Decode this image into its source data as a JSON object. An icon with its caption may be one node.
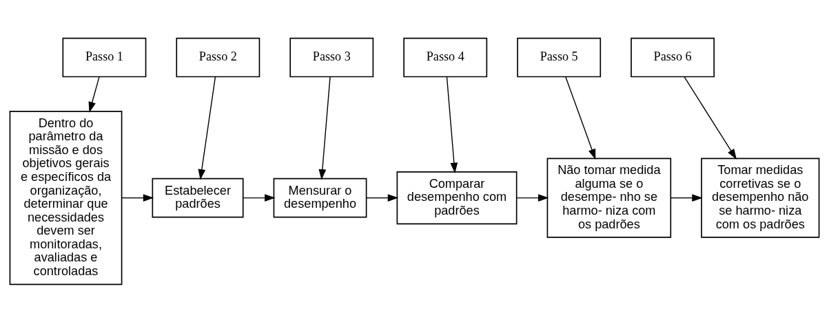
{
  "diagram": {
    "nodes": [
      {
        "text": [
          "Passo 1"
        ]
      },
      {
        "text": [
          "Passo 2"
        ]
      },
      {
        "text": [
          "Passo 3"
        ]
      },
      {
        "text": [
          "Passo 4"
        ]
      },
      {
        "text": [
          "Passo 5"
        ]
      },
      {
        "text": [
          "Passo 6"
        ]
      },
      {
        "text": [
          "Dentro do parâmetro da missão e dos objetivos gerais e específicos da organização, determinar que necessidades devem ser monitoradas, avaliadas e controladas"
        ]
      },
      {
        "text": [
          "Estabelecer padrões"
        ]
      },
      {
        "text": [
          "Mensurar o desempenho"
        ]
      },
      {
        "text": [
          "Comparar desempenho com padrões"
        ]
      },
      {
        "text": [
          "Não tomar medida alguma se o desempe- nho se harmo- niza com os padrões"
        ]
      },
      {
        "text": [
          "Tomar medidas corretivas se o desempenho não se harmo- niza com os padrões"
        ]
      }
    ],
    "edges": [
      {
        "from": 0,
        "to": 6,
        "arrow": "to"
      },
      {
        "from": 1,
        "to": 7,
        "arrow": "to"
      },
      {
        "from": 2,
        "to": 8,
        "arrow": "to"
      },
      {
        "from": 3,
        "to": 9,
        "arrow": "to"
      },
      {
        "from": 4,
        "to": 10,
        "arrow": "to"
      },
      {
        "from": 5,
        "to": 11,
        "arrow": "to"
      },
      {
        "from": 6,
        "to": 7,
        "arrow": "to"
      },
      {
        "from": 7,
        "to": 8,
        "arrow": "to"
      },
      {
        "from": 8,
        "to": 9,
        "arrow": "to"
      },
      {
        "from": 9,
        "to": 10,
        "arrow": "to"
      },
      {
        "from": 10,
        "to": 11,
        "arrow": "to"
      }
    ]
  }
}
